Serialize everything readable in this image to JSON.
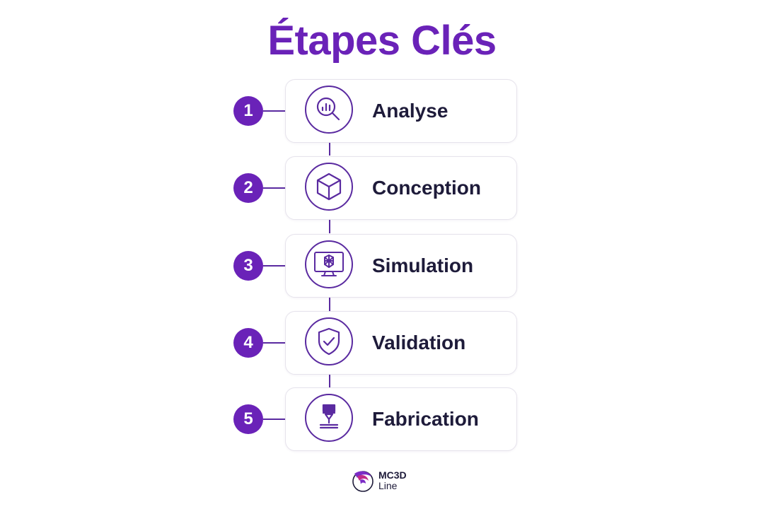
{
  "title": "Étapes Clés",
  "accent_color": "#6a22b8",
  "steps": [
    {
      "number": "1",
      "label": "Analyse",
      "icon": "magnifier-chart-icon"
    },
    {
      "number": "2",
      "label": "Conception",
      "icon": "cube-icon"
    },
    {
      "number": "3",
      "label": "Simulation",
      "icon": "monitor-mesh-icon"
    },
    {
      "number": "4",
      "label": "Validation",
      "icon": "shield-check-icon"
    },
    {
      "number": "5",
      "label": "Fabrication",
      "icon": "printer-nozzle-icon"
    }
  ],
  "logo": {
    "line1": "MC3D",
    "line2": "Line"
  }
}
